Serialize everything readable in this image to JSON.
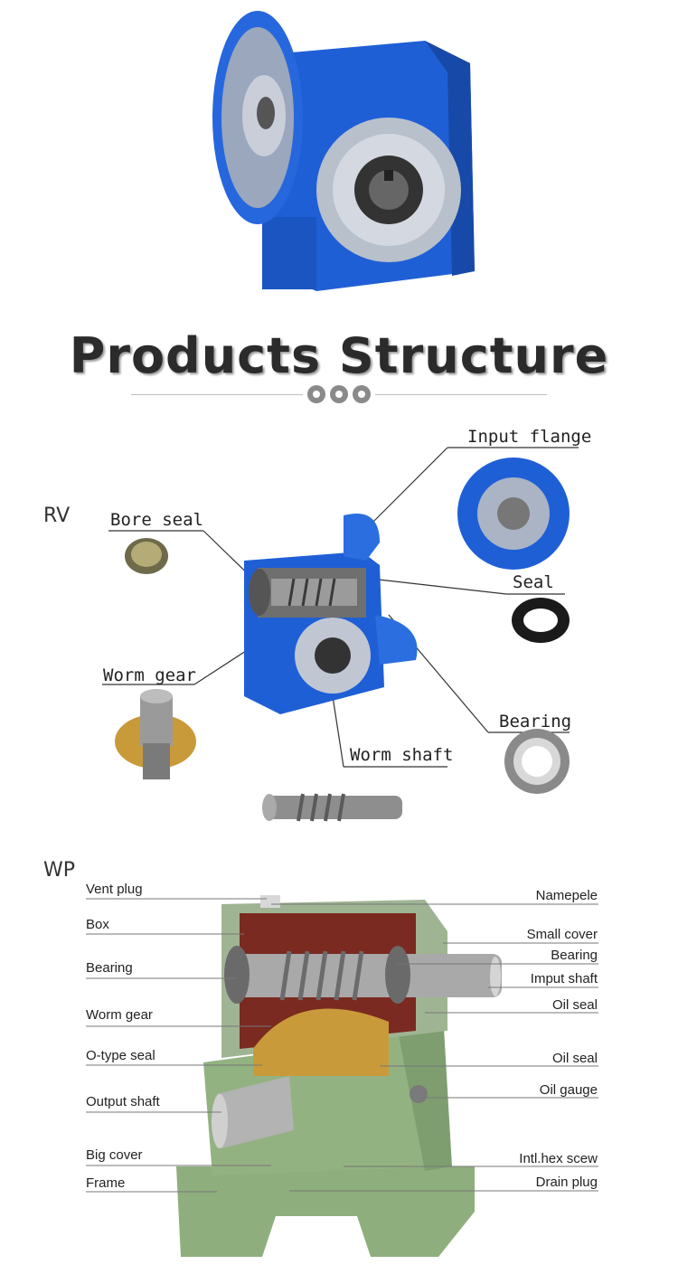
{
  "title": "Products Structure",
  "rv": {
    "heading": "RV",
    "labels": {
      "input_flange": "Input flange",
      "bore_seal": "Bore seal",
      "seal": "Seal",
      "worm_gear": "Worm gear",
      "bearing": "Bearing",
      "worm_shaft": "Worm shaft"
    }
  },
  "wp": {
    "heading": "WP",
    "left": [
      "Vent plug",
      "Box",
      "Bearing",
      "Worm gear",
      "O-type seal",
      "Output shaft",
      "Big cover",
      "Frame"
    ],
    "right": [
      "Namepele",
      "Small cover",
      "Bearing",
      "Imput shaft",
      "Oil seal",
      "Oil seal",
      "Oil gauge",
      "Intl.hex scew",
      "Drain plug"
    ]
  },
  "colors": {
    "rv_blue": "#1f5fd6",
    "wp_green": "#8fae7e",
    "brass": "#c99a3a"
  }
}
